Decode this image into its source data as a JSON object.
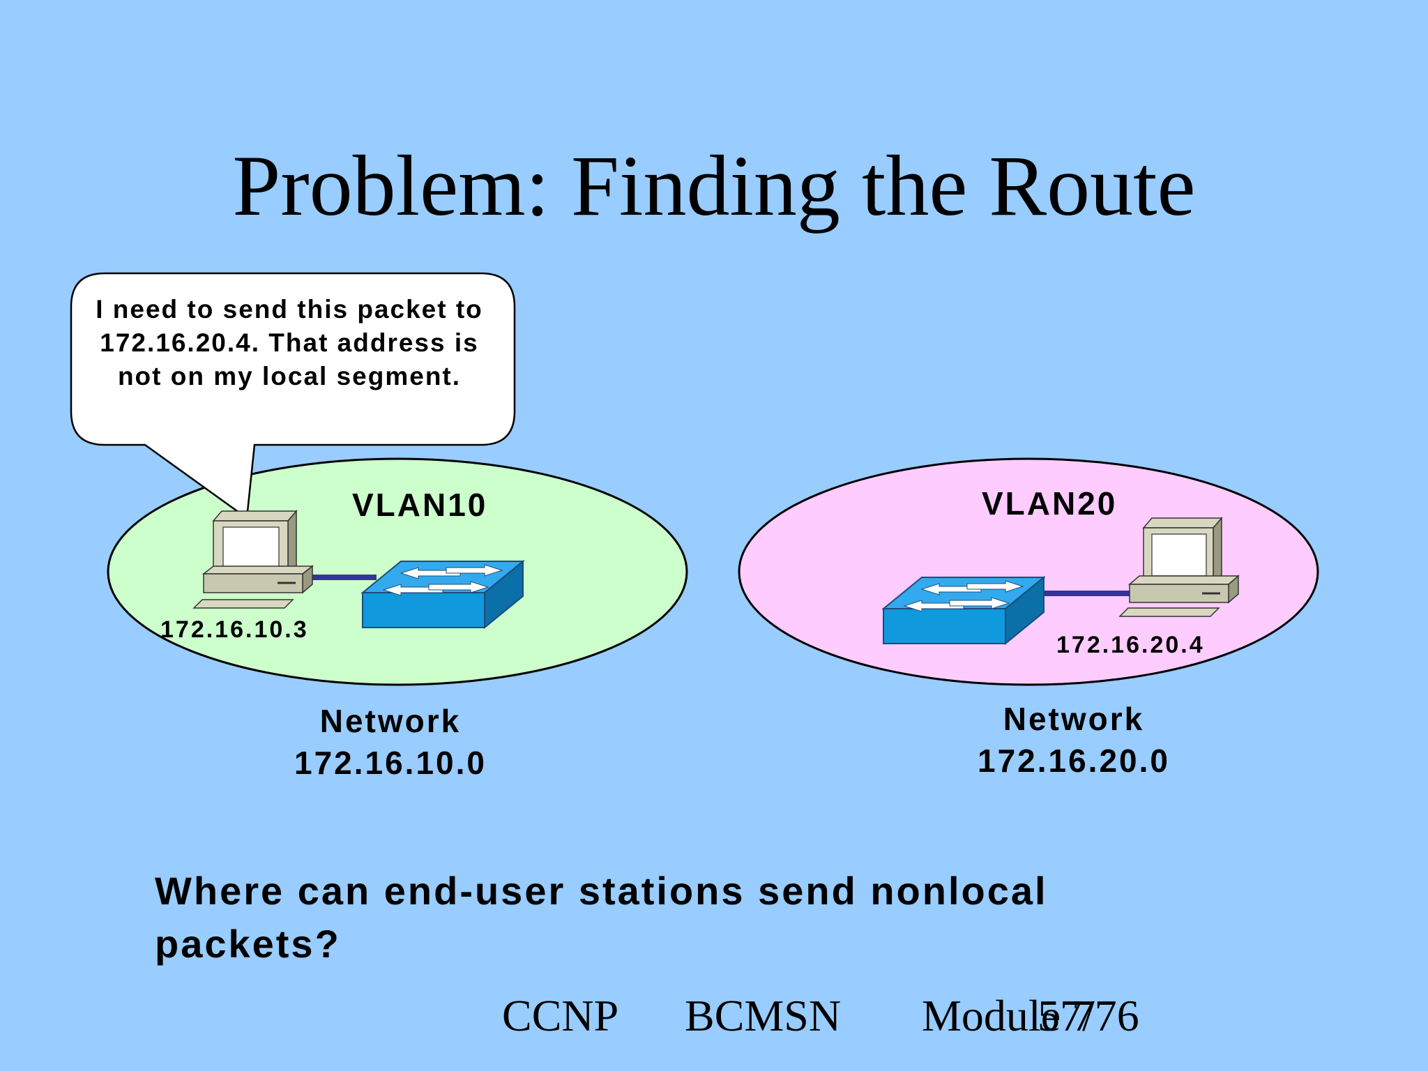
{
  "slide": {
    "title": "Problem: Finding the Route",
    "bubble_text": "I need to send this packet to 172.16.20.4. That address is not on my local segment.",
    "left_network": {
      "vlan": "VLAN10",
      "host_ip": "172.16.10.3",
      "network_label": "Network",
      "network_address": "172.16.10.0",
      "color": "#ccffcc"
    },
    "right_network": {
      "vlan": "VLAN20",
      "host_ip": "172.16.20.4",
      "network_label": "Network",
      "network_address": "172.16.20.0",
      "color": "#ffccff"
    },
    "question": "Where can end-user stations send nonlocal packets?",
    "footer": {
      "course": "CCNP",
      "subject": "BCMSN",
      "module": "Module 7",
      "page": "57/76"
    }
  }
}
